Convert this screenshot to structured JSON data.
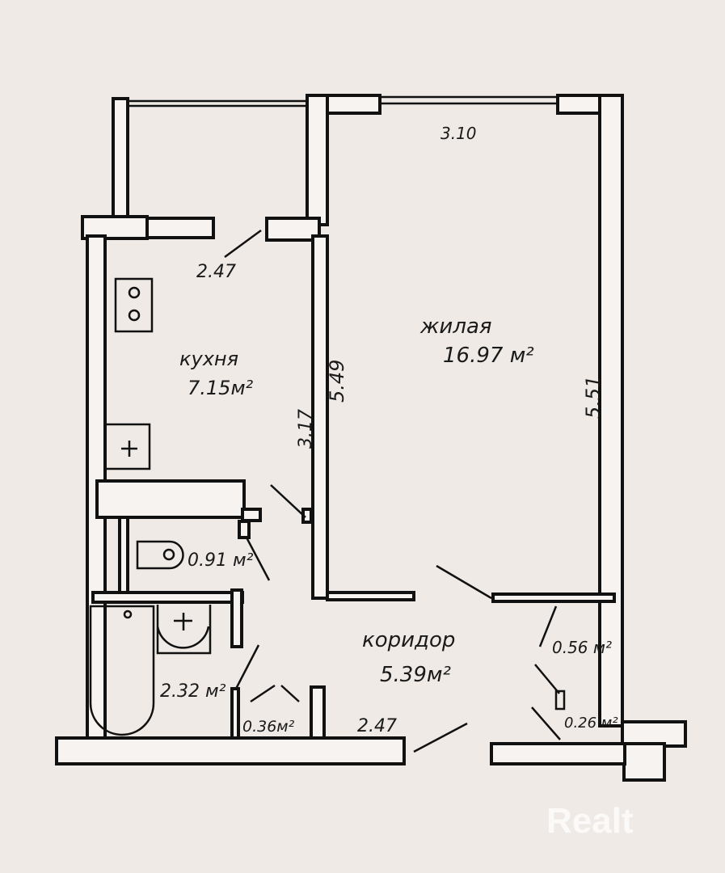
{
  "plan": {
    "dimensions": {
      "balcony_width": "2.47",
      "living_width": "3.10",
      "kitchen_depth": "3.17",
      "living_left_depth": "5.49",
      "living_right_depth": "5.51",
      "corridor_width": "2.47"
    },
    "rooms": {
      "kitchen": {
        "name": "кухня",
        "area": "7.15м²"
      },
      "living": {
        "name": "жилая",
        "area": "16.97 м²"
      },
      "toilet": {
        "area": "0.91 м²"
      },
      "bathroom": {
        "area": "2.32 м²"
      },
      "closet": {
        "area": "0.36м²"
      },
      "corridor": {
        "name": "коридор",
        "area": "5.39м²"
      },
      "storage1": {
        "area": "0.56 м²"
      },
      "storage2": {
        "area": "0.26 м²"
      }
    }
  },
  "watermark": "Realt"
}
